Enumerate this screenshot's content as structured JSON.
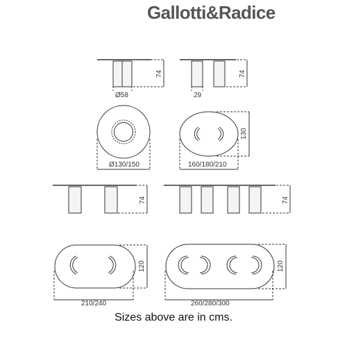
{
  "brand": {
    "name": "Gallotti&Radice"
  },
  "dimensions": {
    "height_74": "74",
    "base_diameter": "Ø58",
    "base_thickness": "29",
    "round_diameter": "Ø130/150",
    "oval_small_length": "160/180/210",
    "oval_small_width": "130",
    "oval_medium_length": "210/240",
    "oval_large_length": "260/280/300",
    "oval_width_120": "120"
  },
  "footer": {
    "note": "Sizes above are in cms."
  },
  "colors": {
    "line": "#333333",
    "brand": "#555555",
    "leg_fill": "#f4f4f4"
  }
}
